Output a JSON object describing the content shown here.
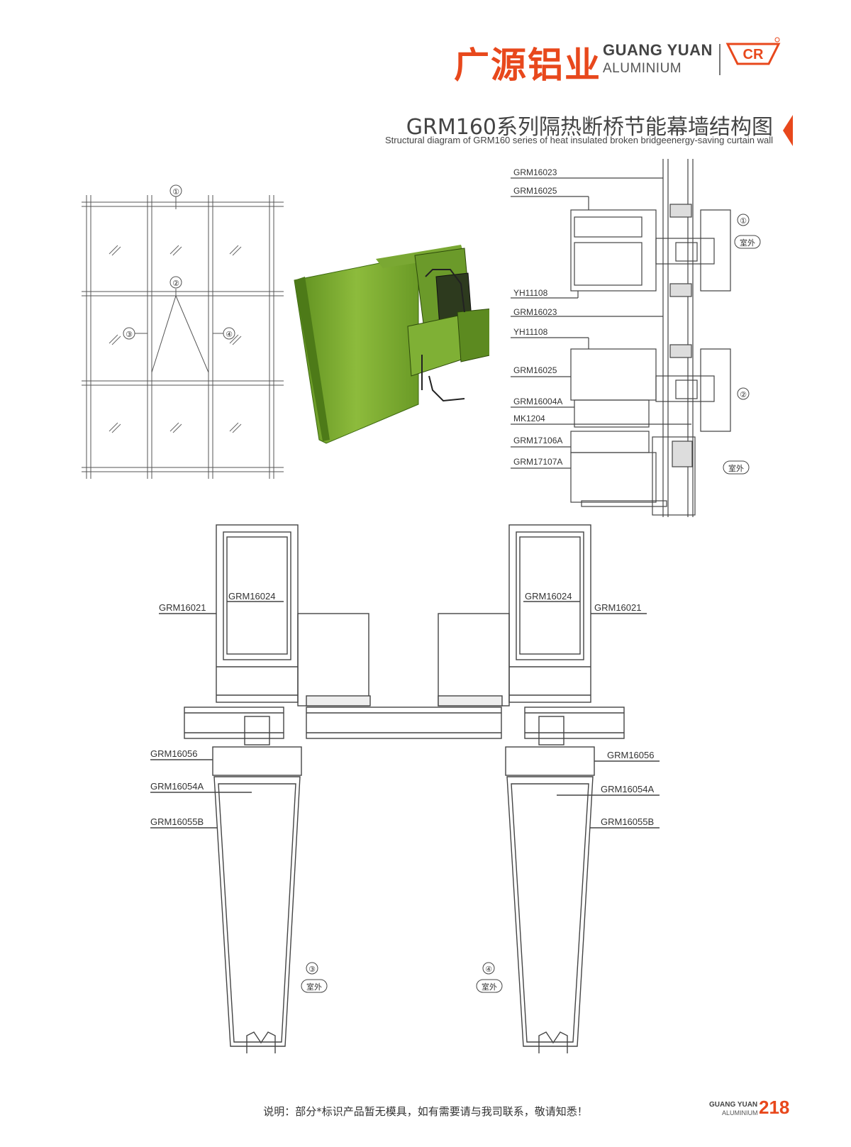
{
  "brand": {
    "name_cn": "广源铝业",
    "name_en_line1": "GUANG YUAN",
    "name_en_line2": "ALUMINIUM",
    "accent_color": "#e8481c"
  },
  "title": {
    "cn": "GRM160系列隔热断桥节能幕墙结构图",
    "en": "Structural diagram of GRM160 series of heat insulated broken bridgeenergy-saving curtain wall"
  },
  "elevation_markers": [
    "①",
    "②",
    "③",
    "④"
  ],
  "section_top": {
    "labels": [
      "GRM16023",
      "GRM16025",
      "YH11108",
      "GRM16023",
      "YH11108",
      "GRM16025",
      "GRM16004A",
      "MK1204",
      "GRM17106A",
      "GRM17107A"
    ],
    "markers": [
      "①",
      "②"
    ],
    "outdoor_label": "室外"
  },
  "section_bottom": {
    "left_labels": [
      "GRM16021",
      "GRM16024",
      "GRM16056",
      "GRM16054A",
      "GRM16055B"
    ],
    "right_labels": [
      "GRM16024",
      "GRM16021",
      "GRM16056",
      "GRM16054A",
      "GRM16055B"
    ],
    "markers": [
      "③",
      "④"
    ],
    "outdoor_label": "室外"
  },
  "footer": {
    "note": "说明：部分*标识产品暂无模具，如有需要请与我司联系，敬请知悉！",
    "brand_line1": "GUANG YUAN",
    "brand_line2": "ALUMINIUM",
    "page_number": "218"
  }
}
